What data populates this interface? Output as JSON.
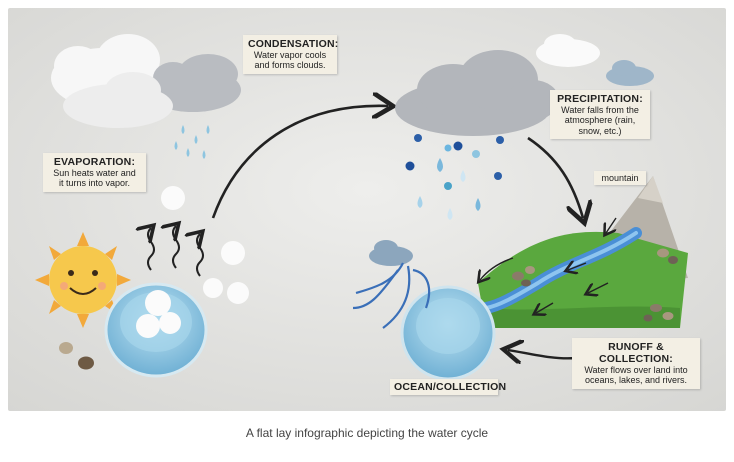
{
  "image": {
    "labels": {
      "condensation": {
        "title": "CONDENSATION:",
        "line1": "Water vapor cools",
        "line2": "and forms clouds."
      },
      "evaporation": {
        "title": "EVAPORATION:",
        "line1": "Sun heats water and",
        "line2": "it turns into vapor."
      },
      "precipitation": {
        "title": "PRECIPITATION:",
        "line1": "Water falls from the",
        "line2": "atmosphere (rain,",
        "line3": "snow, etc.)"
      },
      "mountain": {
        "title": "mountain"
      },
      "runoff": {
        "title": "RUNOFF & COLLECTION:",
        "line1": "Water flows over land into",
        "line2": "oceans, lakes, and rivers."
      },
      "ocean": {
        "title": "OCEAN/COLLECTION"
      }
    },
    "colors": {
      "background": "#e4e4e2",
      "cloud_white": "#f7f7f7",
      "cloud_gray": "#b9bcc1",
      "sun": "#f6c84c",
      "water": "#8ec5e0",
      "grass": "#5aa83e",
      "river": "#4a8fd6",
      "mountain": "#b7b2a9",
      "arrow": "#222222"
    }
  },
  "caption": "A flat lay infographic depicting the water cycle"
}
